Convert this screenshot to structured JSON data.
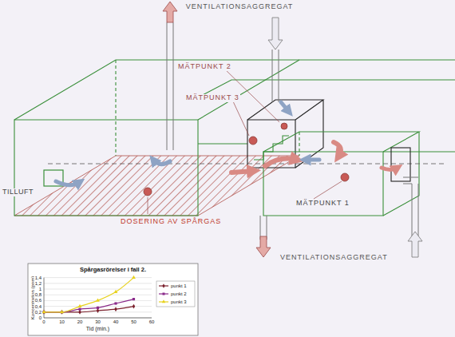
{
  "diagram": {
    "nodes": [
      {
        "text": [
          "Spårgasrörelser i fall 2."
        ]
      }
    ],
    "labels": [
      "VENTILATIONSAGGREGAT",
      "MÄTPUNKT 2",
      "MÄTPUNKT 3",
      "TILLUFT",
      "DOSERING AV SPÅRGAS",
      "MÄTPUNKT 1",
      "VENTILATIONSAGGREGAT",
      "Koncentration (ppm)",
      "1,4",
      "1,2",
      "1",
      "0,8",
      "0,6",
      "0,4",
      "0,2",
      "0",
      "0",
      "10",
      "20",
      "30",
      "40",
      "50",
      "60",
      "Tid (min.)"
    ],
    "legend": [
      {
        "text": "punkt 1"
      },
      {
        "text": "punkt 2"
      },
      {
        "text": "punkt 3"
      }
    ]
  }
}
